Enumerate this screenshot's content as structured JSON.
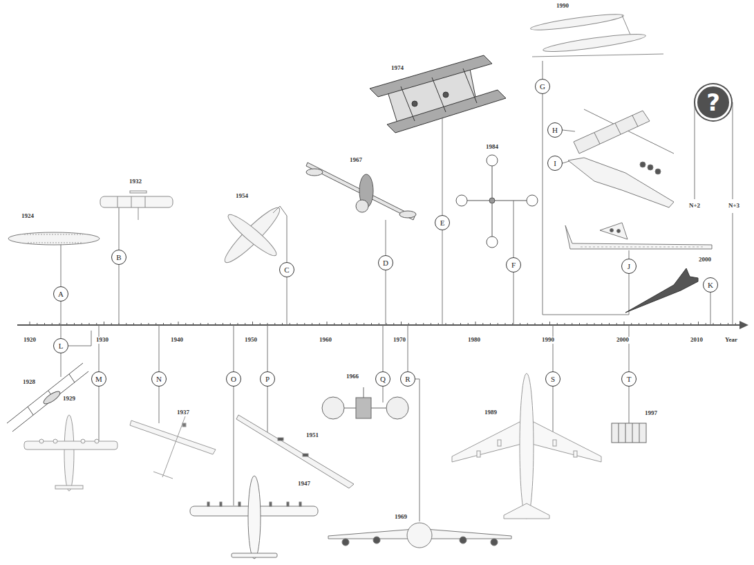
{
  "diagram": {
    "nodes": [
      {
        "text": [
          "A"
        ]
      },
      {
        "text": [
          "B"
        ]
      },
      {
        "text": [
          "C"
        ]
      },
      {
        "text": [
          "D"
        ]
      },
      {
        "text": [
          "E"
        ]
      },
      {
        "text": [
          "F"
        ]
      },
      {
        "text": [
          "G"
        ]
      },
      {
        "text": [
          "H"
        ]
      },
      {
        "text": [
          "I"
        ]
      },
      {
        "text": [
          "J"
        ]
      },
      {
        "text": [
          "K"
        ]
      },
      {
        "text": [
          "L"
        ]
      },
      {
        "text": [
          "M"
        ]
      },
      {
        "text": [
          "N"
        ]
      },
      {
        "text": [
          "O"
        ]
      },
      {
        "text": [
          "P"
        ]
      },
      {
        "text": [
          "Q"
        ]
      },
      {
        "text": [
          "R"
        ]
      },
      {
        "text": [
          "S"
        ]
      },
      {
        "text": [
          "T"
        ]
      },
      {
        "text": [
          "?"
        ]
      }
    ],
    "labels": [
      "1924",
      "1932",
      "1954",
      "1967",
      "1974",
      "1984",
      "1990",
      "2000",
      "1928",
      "1929",
      "1937",
      "1947",
      "1951",
      "1966",
      "1969",
      "1989",
      "1997",
      "1920",
      "1930",
      "1940",
      "1950",
      "1960",
      "1970",
      "1980",
      "1990",
      "2000",
      "2010",
      "Year",
      "N+2",
      "N+3"
    ]
  }
}
